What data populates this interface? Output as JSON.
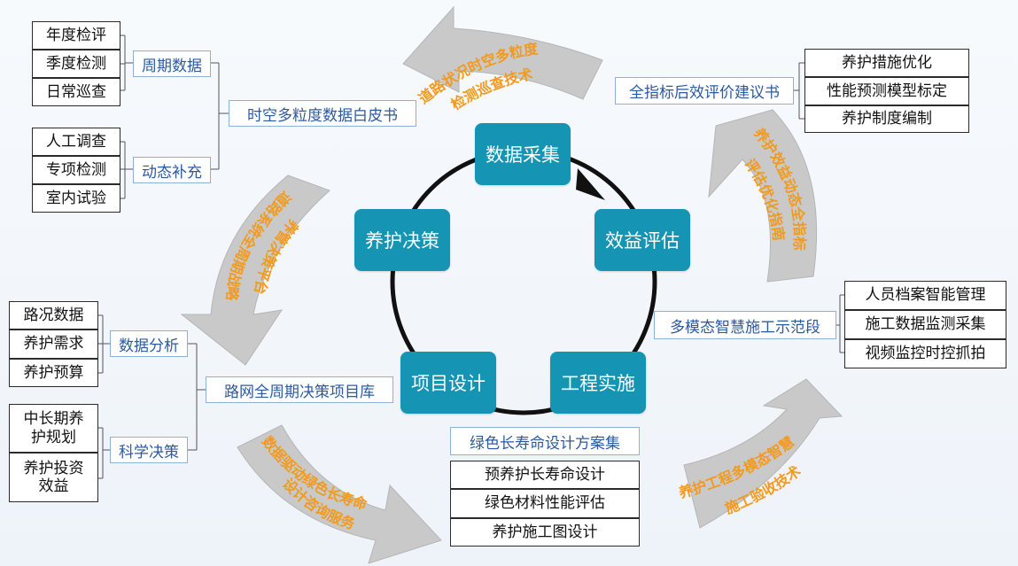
{
  "colors": {
    "node_fill": "#1694b4",
    "arrow_gray": "#c9c9c9",
    "arrow_text": "#f29a1e",
    "label_text": "#2c5aa0",
    "label_border": "#8fb0d8"
  },
  "cycle": {
    "nodes": [
      "数据采集",
      "效益评估",
      "工程实施",
      "项目设计",
      "养护决策"
    ]
  },
  "top_left": {
    "periodic_items": [
      "年度检评",
      "季度检测",
      "日常巡查"
    ],
    "periodic_label": "周期数据",
    "dynamic_items": [
      "人工调查",
      "专项检测",
      "室内试验"
    ],
    "dynamic_label": "动态补充",
    "output": "时空多粒度数据白皮书"
  },
  "mid_left": {
    "analysis_items": [
      "路况数据",
      "养护需求",
      "养护预算"
    ],
    "analysis_label": "数据分析",
    "science_items": [
      "中长期养护规划",
      "养护投资效益"
    ],
    "science_label": "科学决策",
    "output": "路网全周期决策项目库"
  },
  "bottom_center": {
    "header": "绿色长寿命设计方案集",
    "items": [
      "预养护长寿命设计",
      "绿色材料性能评估",
      "养护施工图设计"
    ]
  },
  "mid_right": {
    "label": "多模态智慧施工示范段",
    "items": [
      "人员档案智能管理",
      "施工数据监测采集",
      "视频监控时控抓拍"
    ]
  },
  "top_right": {
    "label": "全指标后效评价建议书",
    "items": [
      "养护措施优化",
      "性能预测模型标定",
      "养护制度编制"
    ]
  },
  "arrows": {
    "top_line1": "道路状况时空多粒度",
    "top_line2": "检测巡查技术",
    "right_line1": "养护效益动态全指标",
    "right_line2": "评估优化指南",
    "left_line1": "道路系统全周期战略",
    "left_line2": "养管决策平台",
    "bottom_left_line1": "数据驱动绿色长寿命",
    "bottom_left_line2": "设计咨询服务",
    "bottom_right_line1": "养护工程多模态智慧",
    "bottom_right_line2": "施工验收技术"
  }
}
